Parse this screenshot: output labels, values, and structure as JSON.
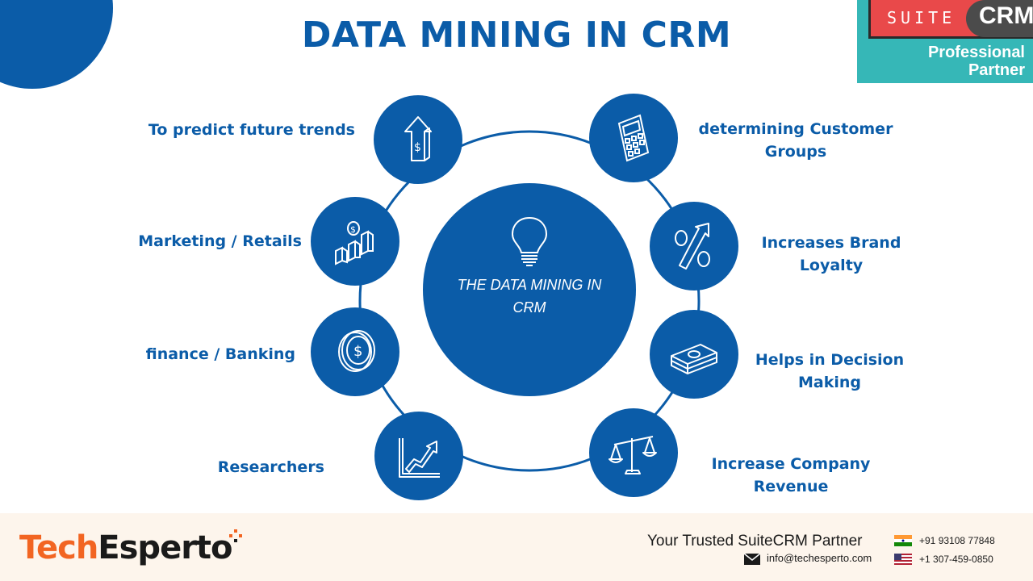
{
  "title": "DATA MINING IN CRM",
  "badge": {
    "suite": "SUITE",
    "crm": "CRM",
    "line1": "Professional",
    "line2": "Partner"
  },
  "hub": {
    "label_line1": "THE DATA MINING IN",
    "label_line2": "CRM",
    "icon": "lightbulb-icon"
  },
  "nodes": [
    {
      "icon": "dollar-arrow-up-icon",
      "label_lines": [
        "To predict future trends"
      ]
    },
    {
      "icon": "calculator-icon",
      "label_lines": [
        "determining Customer",
        "Groups"
      ]
    },
    {
      "icon": "bar-chart-coin-icon",
      "label_lines": [
        "Marketing / Retails"
      ]
    },
    {
      "icon": "percent-arrow-icon",
      "label_lines": [
        "Increases Brand",
        "Loyalty"
      ]
    },
    {
      "icon": "dollar-coin-icon",
      "label_lines": [
        "finance / Banking"
      ]
    },
    {
      "icon": "money-stack-icon",
      "label_lines": [
        "Helps in Decision",
        "Making"
      ]
    },
    {
      "icon": "growth-chart-icon",
      "label_lines": [
        "Researchers"
      ]
    },
    {
      "icon": "balance-scale-icon",
      "label_lines": [
        "Increase Company",
        "Revenue"
      ]
    }
  ],
  "footer": {
    "logo_part1": "Tech",
    "logo_part2": "Esperto",
    "tagline": "Your Trusted SuiteCRM Partner",
    "email": "info@techesperto.com",
    "phone_in": "+91 93108 77848",
    "phone_us": "+1 307-459-0850"
  },
  "colors": {
    "primary": "#0b5ca8",
    "badge_teal": "#36b7b7",
    "badge_red": "#e9494a",
    "logo_orange": "#f26522",
    "footer_bg": "#fdf5ec"
  }
}
